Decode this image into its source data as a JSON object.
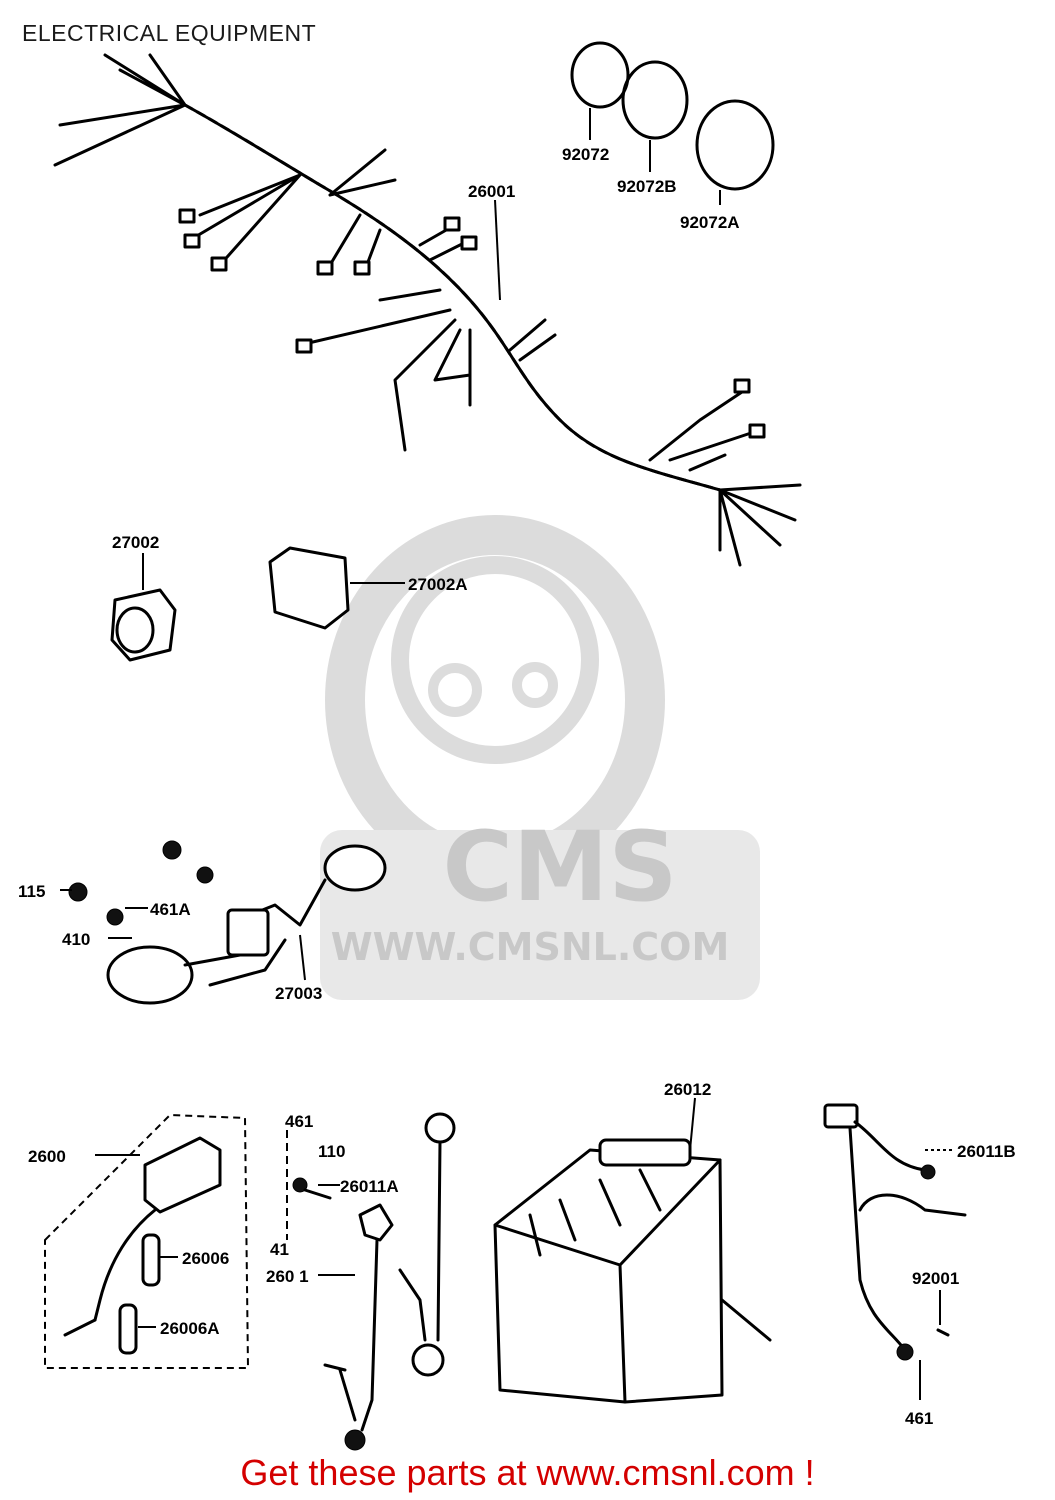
{
  "page": {
    "title": "ELECTRICAL EQUIPMENT",
    "footer": "Get these parts at www.cmsnl.com !"
  },
  "watermark": {
    "brand": "CMS",
    "url": "WWW.CMSNL.COM"
  },
  "labels": {
    "p92072": "92072",
    "p92072B": "92072B",
    "p92072A": "92072A",
    "p26001": "26001",
    "p27002": "27002",
    "p27002A": "27002A",
    "p115": "115",
    "p461A": "461A",
    "p410": "410",
    "p27003": "27003",
    "p2600": "2600",
    "p26006": "26006",
    "p26006A": "26006A",
    "p461top": "461",
    "p110": "110",
    "p26011A": "26011A",
    "p41": "41",
    "p2601": "260 1",
    "p26012": "26012",
    "p26011B": "26011B",
    "p92001": "92001",
    "p461": "461"
  },
  "colors": {
    "line": "#000000",
    "watermark": "#d9d9d9",
    "footer": "#d40000"
  }
}
